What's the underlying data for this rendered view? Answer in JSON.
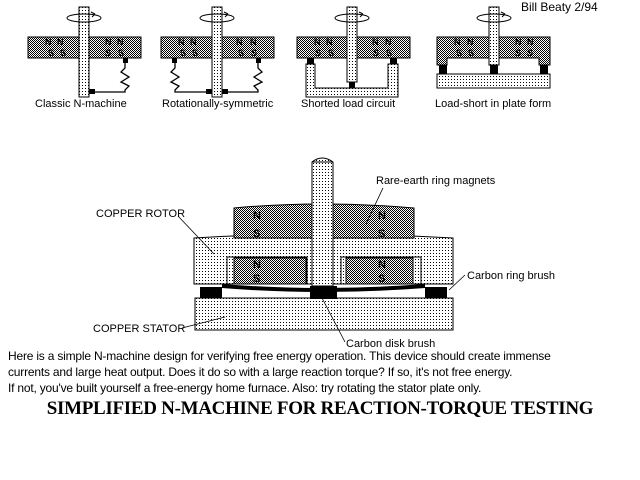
{
  "author": "Bill Beaty 2/94",
  "small_diagrams": [
    {
      "caption": "Classic N-machine"
    },
    {
      "caption": "Rotationally-symmetric"
    },
    {
      "caption": "Shorted load circuit"
    },
    {
      "caption": "Load-short in plate form"
    }
  ],
  "poles": {
    "north": "N",
    "south": "S"
  },
  "main_diagram": {
    "labels": {
      "rotor": "COPPER ROTOR",
      "stator": "COPPER STATOR",
      "magnets": "Rare-earth ring magnets",
      "ring_brush": "Carbon ring brush",
      "disk_brush": "Carbon disk brush"
    }
  },
  "description": [
    "Here is a simple N-machine design for verifying free energy operation.  This device should create immense",
    "currents and large heat output.  Does it do so with a large reaction torque?  If so, it's not free energy.",
    "If not, you've built yourself a free-energy home furnace.  Also: try rotating the stator plate only."
  ],
  "title": "SIMPLIFIED N-MACHINE FOR REACTION-TORQUE TESTING",
  "colors": {
    "ink": "#000000",
    "paper": "#ffffff"
  }
}
